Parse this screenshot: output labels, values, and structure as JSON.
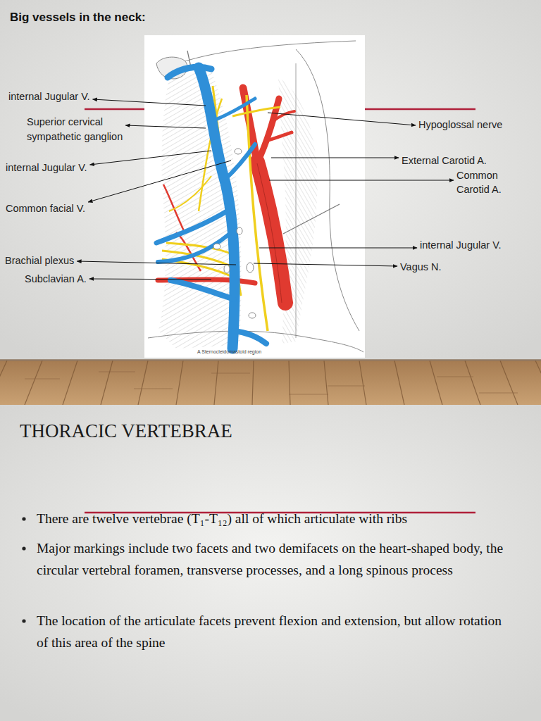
{
  "diagram": {
    "title": "Big vessels in the neck:",
    "labels": [
      "internal Jugular V.",
      "Superior cervical sympathetic ganglion",
      "internal Jugular V.",
      "Common facial V.",
      "Brachial plexus",
      "Subclavian A.",
      "Hypoglossal nerve",
      "External Carotid A.",
      "Common Carotid A.",
      "internal Jugular V.",
      "Vagus N.",
      "A Sternocleidomastoid region",
      "THORACIC VERTEBRAE",
      "There are twelve vertebrae (T₁-T₁₂) all of which articulate with ribs",
      "Major markings include two facets and two demifacets on the heart-shaped body, the circular vertebral foramen, transverse processes, and a long spinous process",
      "The location of the articulate facets prevent flexion and extension, but allow rotation of this area of the spine"
    ]
  }
}
